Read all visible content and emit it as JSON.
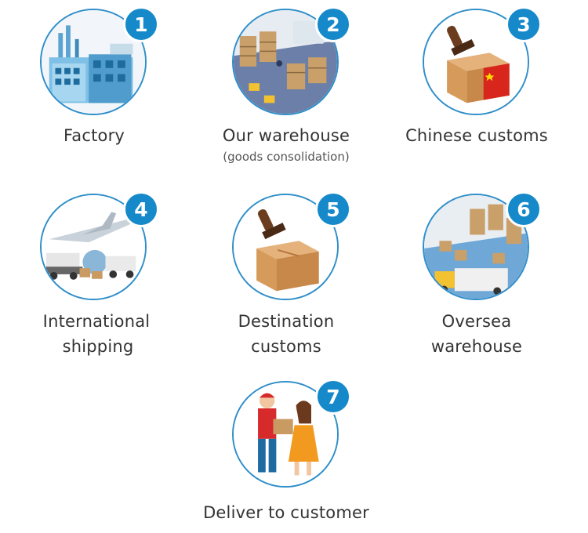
{
  "steps": [
    {
      "number": "1",
      "label": "Factory",
      "icon": "factory-icon"
    },
    {
      "number": "2",
      "label": "Our warehouse",
      "sublabel": "(goods consolidation)",
      "icon": "warehouse-icon"
    },
    {
      "number": "3",
      "label": "Chinese customs",
      "icon": "customs-stamp-box-china-flag-icon"
    },
    {
      "number": "4",
      "label_line1": "International",
      "label_line2": "shipping",
      "icon": "airplane-truck-globe-icon"
    },
    {
      "number": "5",
      "label_line1": "Destination",
      "label_line2": "customs",
      "icon": "customs-stamp-box-icon"
    },
    {
      "number": "6",
      "label_line1": "Oversea",
      "label_line2": "warehouse",
      "icon": "oversea-warehouse-icon"
    },
    {
      "number": "7",
      "label": "Deliver to customer",
      "icon": "delivery-person-customer-icon"
    }
  ],
  "colors": {
    "accent": "#1589c9",
    "ring": "#2f8ec9",
    "text": "#333333"
  }
}
